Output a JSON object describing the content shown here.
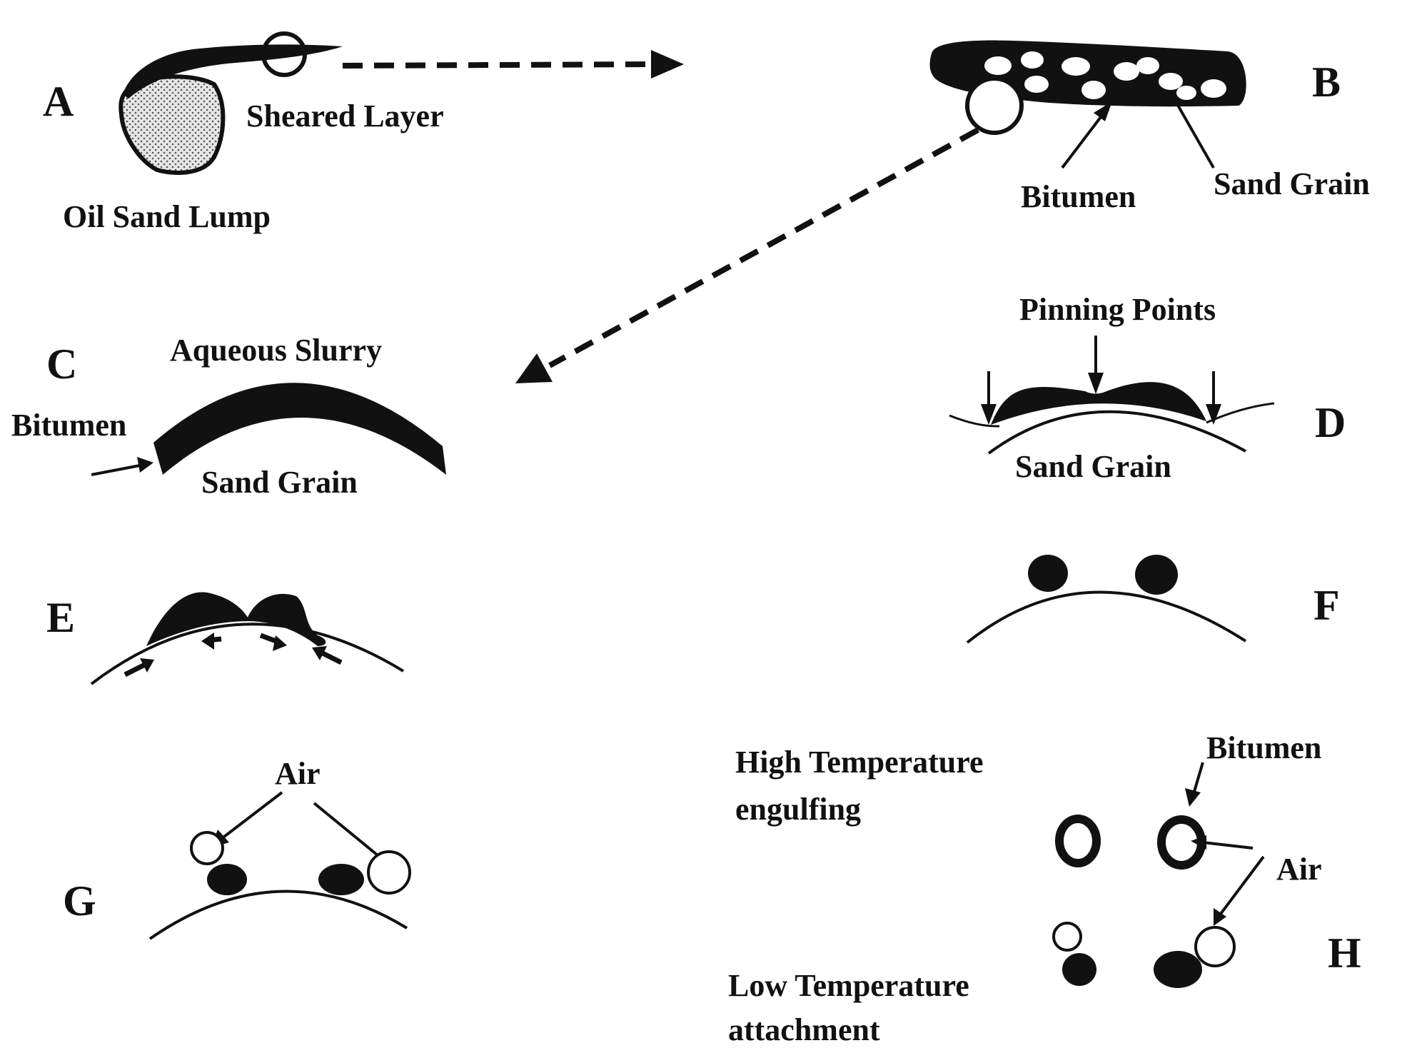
{
  "panels": {
    "A": {
      "letter": "A",
      "sheared_layer": "Sheared Layer",
      "oil_sand_lump": "Oil Sand Lump"
    },
    "B": {
      "letter": "B",
      "bitumen": "Bitumen",
      "sand_grain": "Sand Grain"
    },
    "C": {
      "letter": "C",
      "aqueous_slurry": "Aqueous Slurry",
      "bitumen": "Bitumen",
      "sand_grain": "Sand Grain"
    },
    "D": {
      "letter": "D",
      "pinning_points": "Pinning Points",
      "sand_grain": "Sand Grain"
    },
    "E": {
      "letter": "E"
    },
    "F": {
      "letter": "F"
    },
    "G": {
      "letter": "G",
      "air": "Air"
    },
    "H": {
      "letter": "H",
      "high_temp": "High Temperature",
      "engulfing": "engulfing",
      "bitumen": "Bitumen",
      "air": "Air",
      "low_temp": "Low Temperature",
      "attachment": "attachment"
    }
  },
  "colors": {
    "ink": "#111111",
    "lump_fill": "#d0d0d0",
    "background": "#ffffff"
  }
}
